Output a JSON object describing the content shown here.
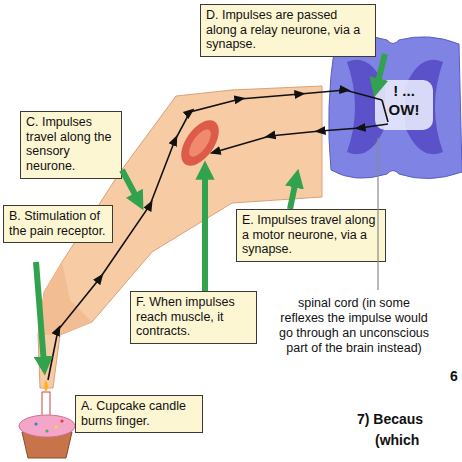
{
  "diagram": {
    "nodes": [
      {
        "text": [
          "D. Impulses are passed along a relay neurone, via a synapse."
        ]
      },
      {
        "text": [
          "! ... OW!"
        ]
      },
      {
        "text": [
          "C. Impulses travel along the sensory neurone."
        ]
      },
      {
        "text": [
          "B. Stimulation of the pain receptor."
        ]
      },
      {
        "text": [
          "E. Impulses travel along a motor neurone, via a synapse."
        ]
      },
      {
        "text": [
          "F. When impulses reach muscle, it contracts."
        ]
      },
      {
        "text": [
          "A. Cupcake candle burns finger."
        ]
      }
    ],
    "labels": [
      "spinal cord (in some reflexes the impulse would go through an unconscious part of the brain instead)",
      "6",
      "7) Becaus",
      "(which"
    ]
  }
}
